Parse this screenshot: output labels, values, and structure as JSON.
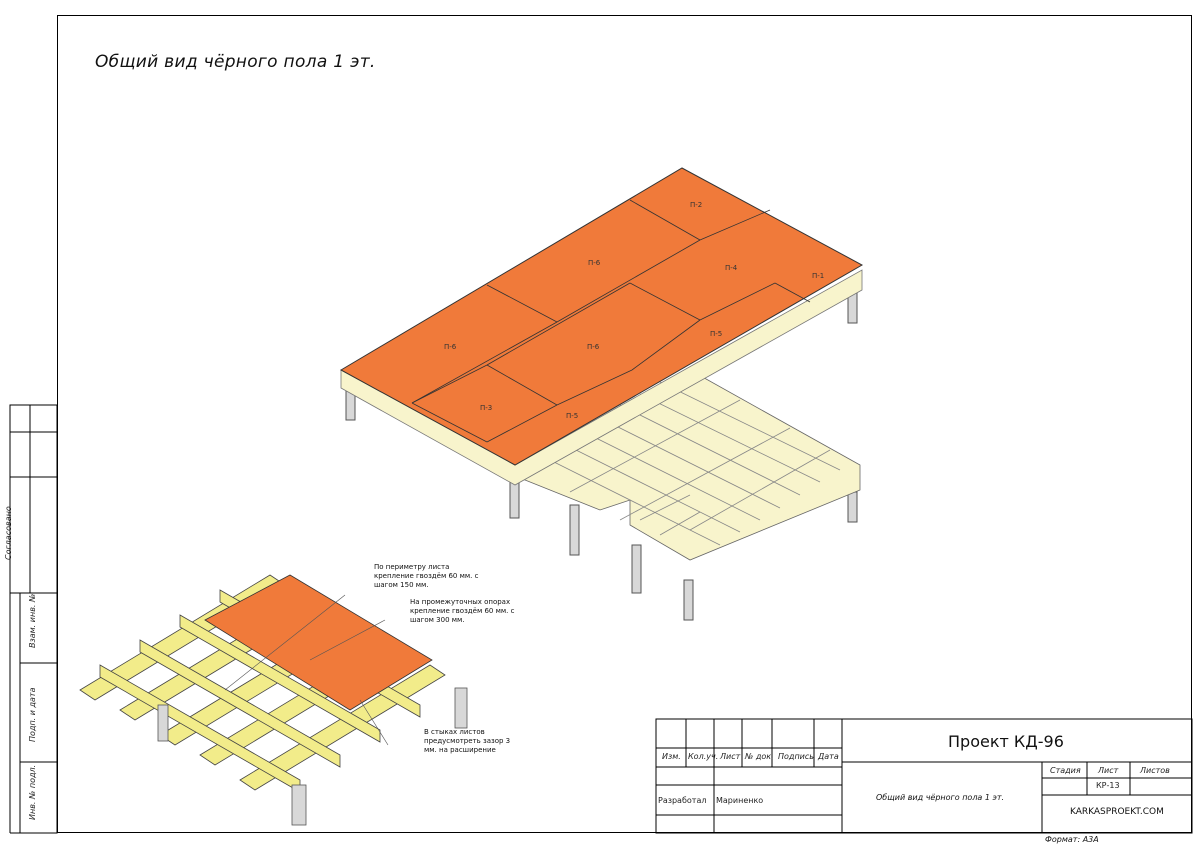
{
  "title": "Общий вид чёрного пола 1 эт.",
  "panels": [
    "П-2",
    "П-6",
    "П-4",
    "П-1",
    "П-6",
    "П-6",
    "П-5",
    "П-3",
    "П-5"
  ],
  "notes": {
    "perimeter": [
      "По периметру листа",
      "крепление гвоздём 60 мм. с",
      "шагом 150 мм."
    ],
    "intermediate": [
      "На промежуточных опорах",
      "крепление гвоздём 60 мм. с",
      "шагом 300 мм."
    ],
    "joints": [
      "В стыках листов",
      "предусмотреть зазор 3",
      "мм. на расширение"
    ]
  },
  "margin_labels": {
    "agreed": "Согласовано",
    "replace": "Взам. инв. №",
    "sign_date": "Подп. и дата",
    "inv": "Инв. № подл."
  },
  "stamp": {
    "headers": [
      "Изм.",
      "Кол.уч.",
      "Лист",
      "№ док.",
      "Подпись",
      "Дата"
    ],
    "developed_label": "Разработал",
    "developer": "Мариненко",
    "project": "Проект КД-96",
    "description": "Общий вид чёрного пола 1 эт.",
    "stage_label": "Стадия",
    "sheet_label": "Лист",
    "sheets_label": "Листов",
    "sheet_value": "КР-13",
    "site": "KARKASPROEKT.COM",
    "format": "Формат: А3А"
  },
  "colors": {
    "panel": "#f07a3a",
    "frame": "#f8f4cc",
    "detail_wood": "#f2ec8a"
  }
}
